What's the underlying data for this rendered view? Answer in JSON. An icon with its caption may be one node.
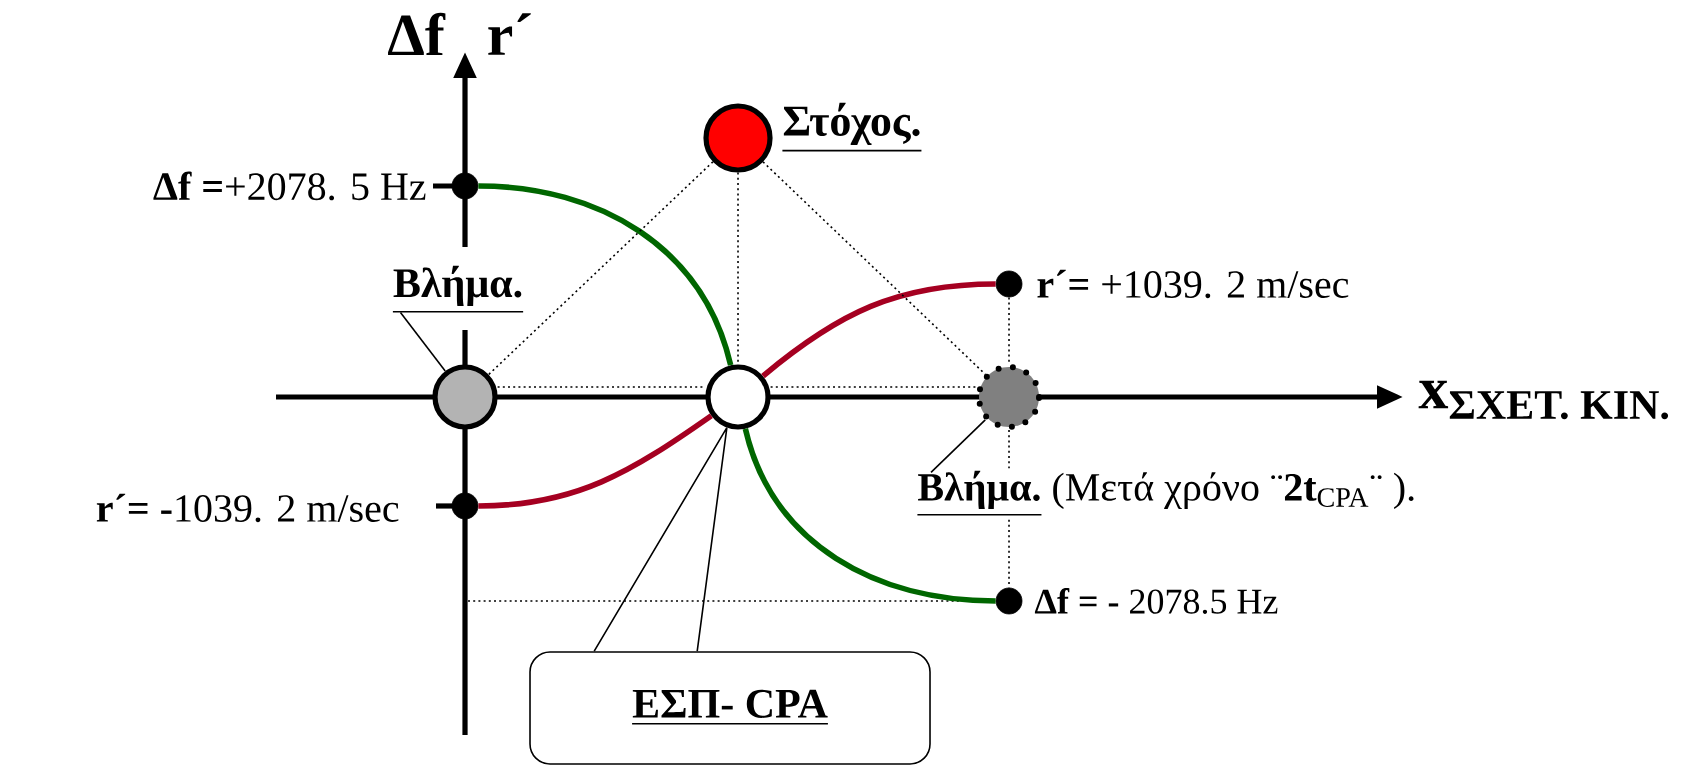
{
  "diagram": {
    "nodes": [
      {
        "text": [],
        "shape": "circle",
        "beside": [
          "Στόχος."
        ]
      },
      {
        "text": [
          "Βλήμα."
        ]
      },
      {
        "text": [],
        "shape": "circle"
      },
      {
        "text": [],
        "shape": "circle"
      },
      {
        "text": [],
        "shape": "circle"
      },
      {
        "text": [
          "Βλήμα.",
          "(Μετά χρόνο ¨**2t**$_{CPA}$¨ )."
        ]
      },
      {
        "text": [],
        "shape": "circle",
        "beside": [
          "**Δf =**+2078. 5 Hz"
        ]
      },
      {
        "text": [],
        "shape": "circle",
        "beside": [
          "**r´=** +1039. 2 m/sec"
        ]
      },
      {
        "text": [],
        "shape": "circle",
        "beside": [
          "**r´= -**1039. 2 m/sec"
        ]
      },
      {
        "text": [],
        "shape": "circle",
        "beside": [
          "**Δf = -** 2078.5 Hz"
        ]
      },
      {
        "text": [
          "ΕΣΠ- CPA"
        ]
      }
    ],
    "edges": [
      {
        "from": 1,
        "to": 2,
        "arrow": "none"
      },
      {
        "from": 5,
        "to": 4,
        "arrow": "none"
      },
      {
        "from": 10,
        "to": 3,
        "arrow": "none"
      },
      {
        "from": 6,
        "to": 3,
        "arrow": "none",
        "style": "thick",
        "color": "#006600"
      },
      {
        "from": 3,
        "to": 9,
        "arrow": "none",
        "style": "thick",
        "color": "#006600"
      },
      {
        "from": 8,
        "to": 3,
        "arrow": "none",
        "style": "thick",
        "color": "#a50021"
      },
      {
        "from": 3,
        "to": 7,
        "arrow": "none",
        "style": "thick",
        "color": "#a50021"
      },
      {
        "from": 0,
        "to": 2,
        "arrow": "none",
        "style": "dashed"
      },
      {
        "from": 0,
        "to": 3,
        "arrow": "none",
        "style": "dashed"
      },
      {
        "from": 0,
        "to": 4,
        "arrow": "none",
        "style": "dashed"
      },
      {
        "from": 2,
        "to": 3,
        "arrow": "none",
        "style": "dashed"
      },
      {
        "from": 3,
        "to": 4,
        "arrow": "none",
        "style": "dashed"
      },
      {
        "from": 7,
        "to": 4,
        "arrow": "none",
        "style": "dashed"
      },
      {
        "from": 4,
        "to": 5,
        "arrow": "none",
        "style": "dashed"
      },
      {
        "from": 5,
        "to": 9,
        "arrow": "none",
        "style": "dashed"
      }
    ],
    "labels": [
      "Δf",
      "r´",
      "\\textbf{x}_{\\text{\\bfseries ΣΧΕΤ. ΚΙΝ.}}"
    ]
  }
}
